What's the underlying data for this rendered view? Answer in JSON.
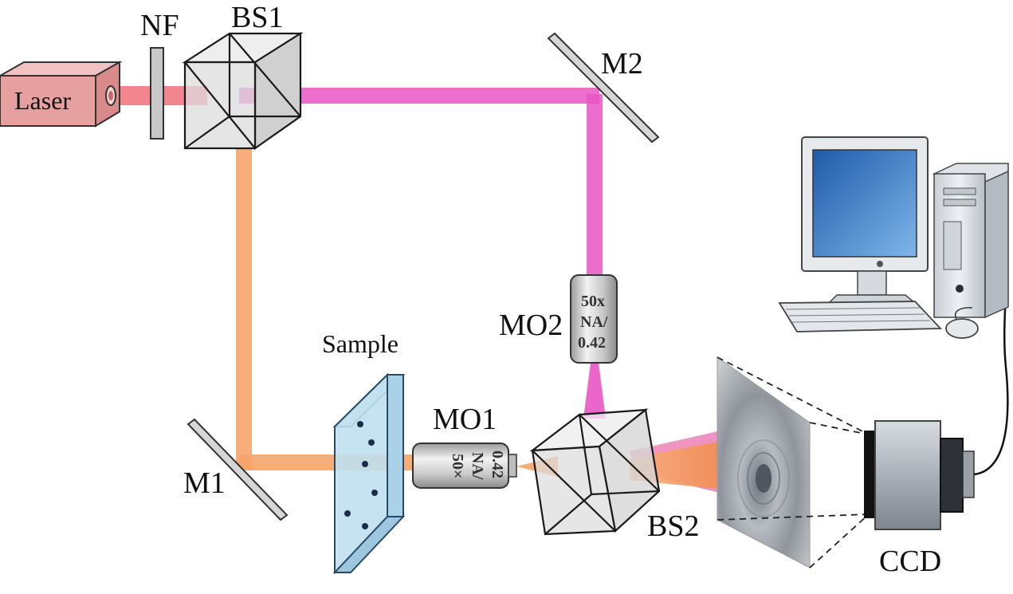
{
  "labels": {
    "laser": "Laser",
    "nf": "NF",
    "bs1": "BS1",
    "m2": "M2",
    "m1": "M1",
    "sample": "Sample",
    "mo1": "MO1",
    "mo2": "MO2",
    "bs2": "BS2",
    "ccd": "CCD"
  },
  "objective_mo2": {
    "line1": "50x",
    "line2": "NA/",
    "line3": "0.42"
  },
  "objective_mo1": {
    "line1": "50×",
    "line2": "NA/",
    "line3": "0.42"
  },
  "colors": {
    "reference_beam": "#e955c4",
    "object_beam": "#f6a46a",
    "laser_beam": "#f0707a",
    "laser_body": "#e7a0a0",
    "glass": "#bfe0f0"
  }
}
